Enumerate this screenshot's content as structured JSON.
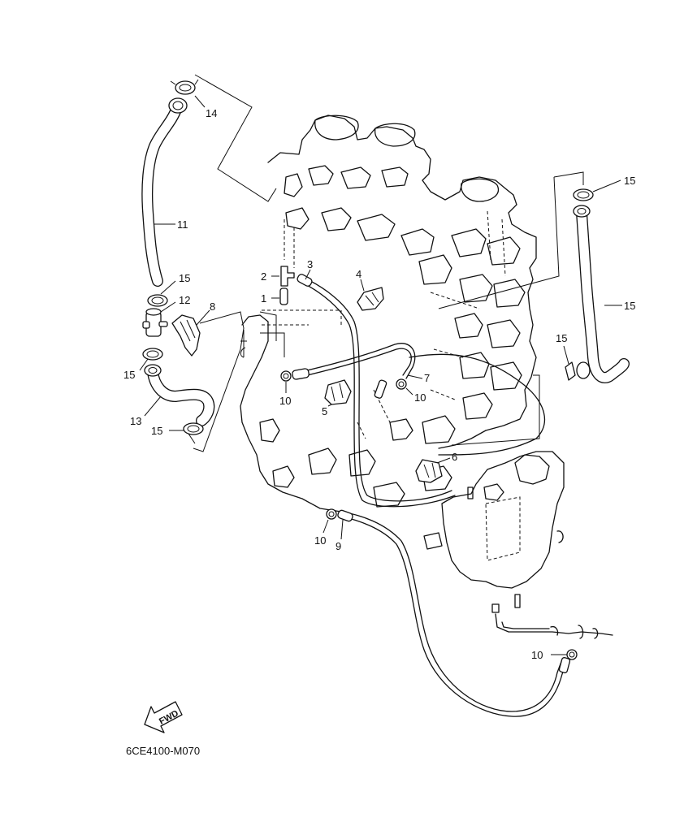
{
  "diagram": {
    "drawing_code": "6CE4100-M070",
    "direction_label": "FWD",
    "callouts": [
      "1",
      "2",
      "3",
      "4",
      "5",
      "6",
      "7",
      "8",
      "9",
      "10",
      "10",
      "10",
      "10",
      "11",
      "12",
      "13",
      "14",
      "15",
      "15",
      "15",
      "15",
      "15"
    ]
  }
}
